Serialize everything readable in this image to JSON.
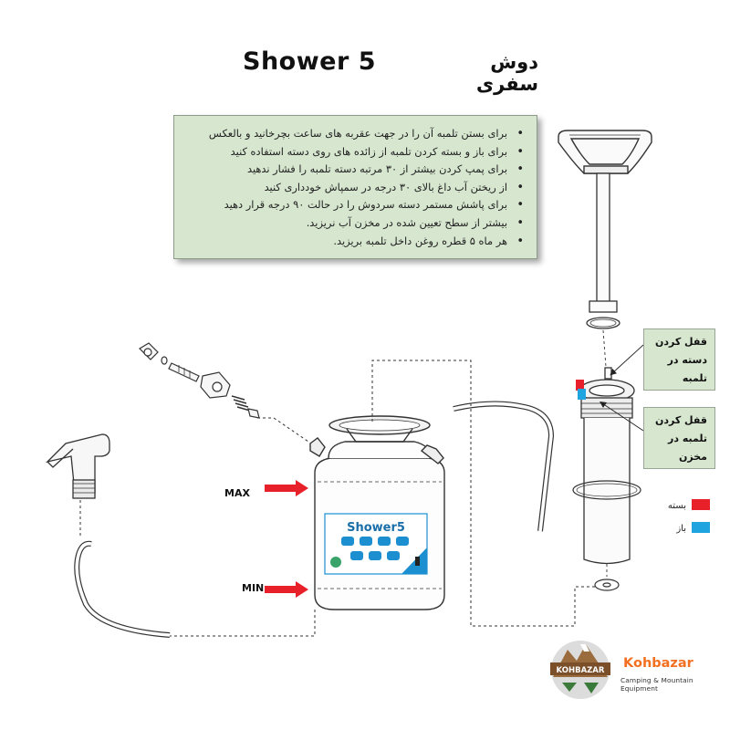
{
  "title_en": "Shower 5",
  "title_fa": "دوش سفری",
  "instructions": [
    "برای بستن تلمبه آن را در جهت عقربه های ساعت بچرخانید و بالعکس",
    "برای باز و بسته کردن تلمبه از زائده های روی دسته استفاده کنید",
    "برای پمپ کردن بیشتر از ۳۰ مرتبه دسته تلمبه را فشار ندهید",
    "از ریختن آب داغ بالای ۳۰ درجه در سمپاش خودداری کنید",
    "برای پاشش مستمر دسته سردوش را در حالت ۹۰ درجه قرار دهید",
    "بیشتر از سطح تعیین شده در مخزن آب نریزید.",
    "هر ماه ۵ قطره روغن داخل تلمبه بریزید."
  ],
  "callouts": {
    "lock_handle": [
      "قفل کردن",
      "دسته در",
      "تلمبه"
    ],
    "lock_pump": [
      "قفل کردن",
      "تلمبه در",
      "مخزن"
    ]
  },
  "levels": {
    "max": "MAX",
    "min": "MIN"
  },
  "legend": [
    {
      "label": "بسته",
      "color": "#e8202a"
    },
    {
      "label": "باز",
      "color": "#1fa4e0"
    }
  ],
  "tank_label": "Shower5",
  "brand": {
    "name": "Kohbazar",
    "tagline": "Camping & Mountain Equipment",
    "badge": "KOHBAZAR",
    "color": "#f36f21"
  },
  "colors": {
    "info_bg": "#d6e6cf",
    "arrow": "#e8202a",
    "line": "#222222"
  }
}
